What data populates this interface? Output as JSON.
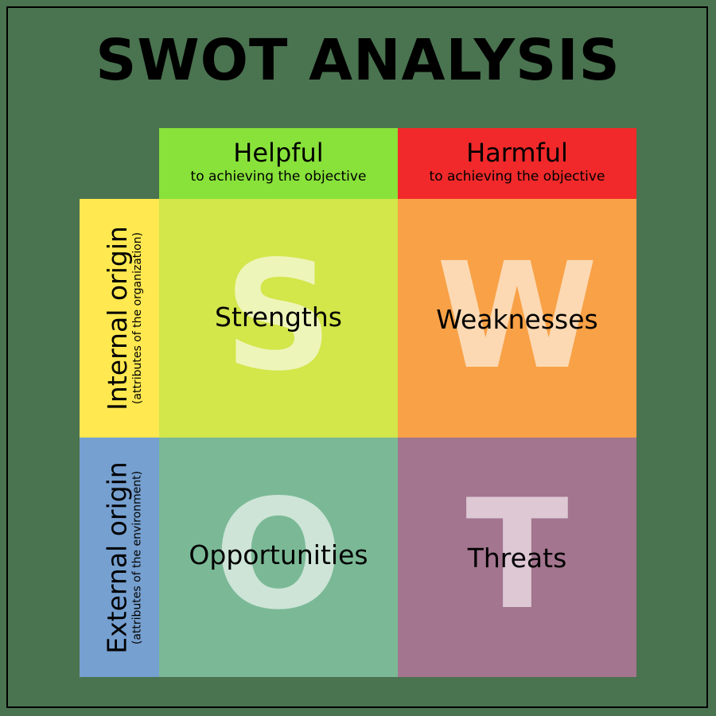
{
  "title": "SWOT ANALYSIS",
  "columns": [
    {
      "label": "Helpful",
      "sublabel": "to achieving the objective",
      "color": "#88e23a"
    },
    {
      "label": "Harmful",
      "sublabel": "to achieving the objective",
      "color": "#f1292a"
    }
  ],
  "rows": [
    {
      "label": "Internal origin",
      "sublabel": "(attributes of the organization)",
      "color": "#ffe850"
    },
    {
      "label": "External origin",
      "sublabel": "(attributes of the environment)",
      "color": "#76a0d0"
    }
  ],
  "quadrants": [
    {
      "letter": "S",
      "label": "Strengths",
      "color": "#d3e64a",
      "letter_color": "#eef5b9"
    },
    {
      "letter": "W",
      "label": "Weaknesses",
      "color": "#f9a146",
      "letter_color": "#fcd9b3"
    },
    {
      "letter": "O",
      "label": "Opportunities",
      "color": "#7bb996",
      "letter_color": "#cde4d7"
    },
    {
      "letter": "T",
      "label": "Threats",
      "color": "#a3758f",
      "letter_color": "#ddc8d4"
    }
  ],
  "colors": {
    "background": "#4a7350",
    "frame": "#000000"
  }
}
